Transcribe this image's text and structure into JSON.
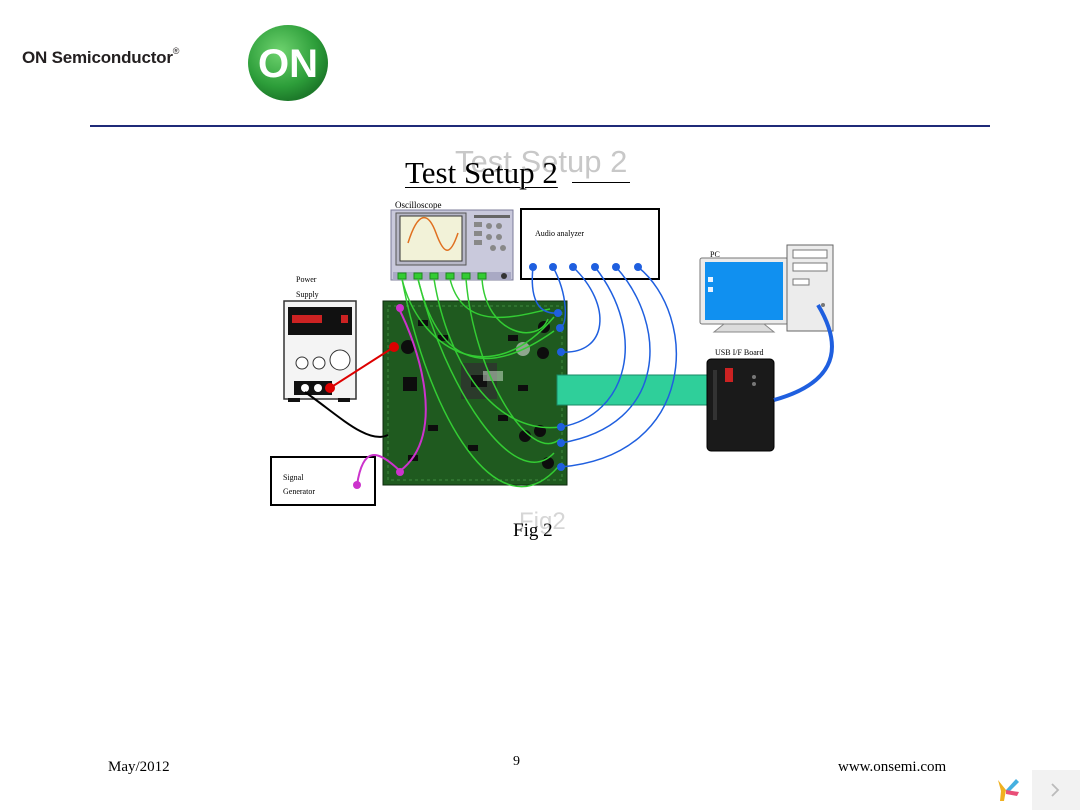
{
  "header": {
    "brand": "ON Semiconductor",
    "brand_mark": "®",
    "logo_text": "ON"
  },
  "slide": {
    "title": "Test Setup 2",
    "title_shadow": "Test Setup 2",
    "figure_caption": "Fig 2",
    "figure_caption_shadow": "Fig2"
  },
  "diagram": {
    "labels": {
      "oscilloscope": "Oscilloscope",
      "audio_analyzer": "Audio analyzer",
      "pc": "PC",
      "power_supply_line1": "Power",
      "power_supply_line2": "Supply",
      "usb_board": "USB I/F Board",
      "signal_generator_line1": "Signal",
      "signal_generator_line2": "Generator"
    },
    "colors": {
      "green_cable": "#33cc33",
      "blue_cable": "#1f5fdf",
      "magenta_cable": "#cc33cc",
      "red_lead": "#dd0000",
      "ribbon": "#2fcf9a",
      "pcb": "#1f5a1f"
    }
  },
  "footer": {
    "date": "May/2012",
    "page": "9",
    "website": "www.onsemi.com"
  },
  "nav": {
    "next_icon": "chevron-right-icon"
  }
}
